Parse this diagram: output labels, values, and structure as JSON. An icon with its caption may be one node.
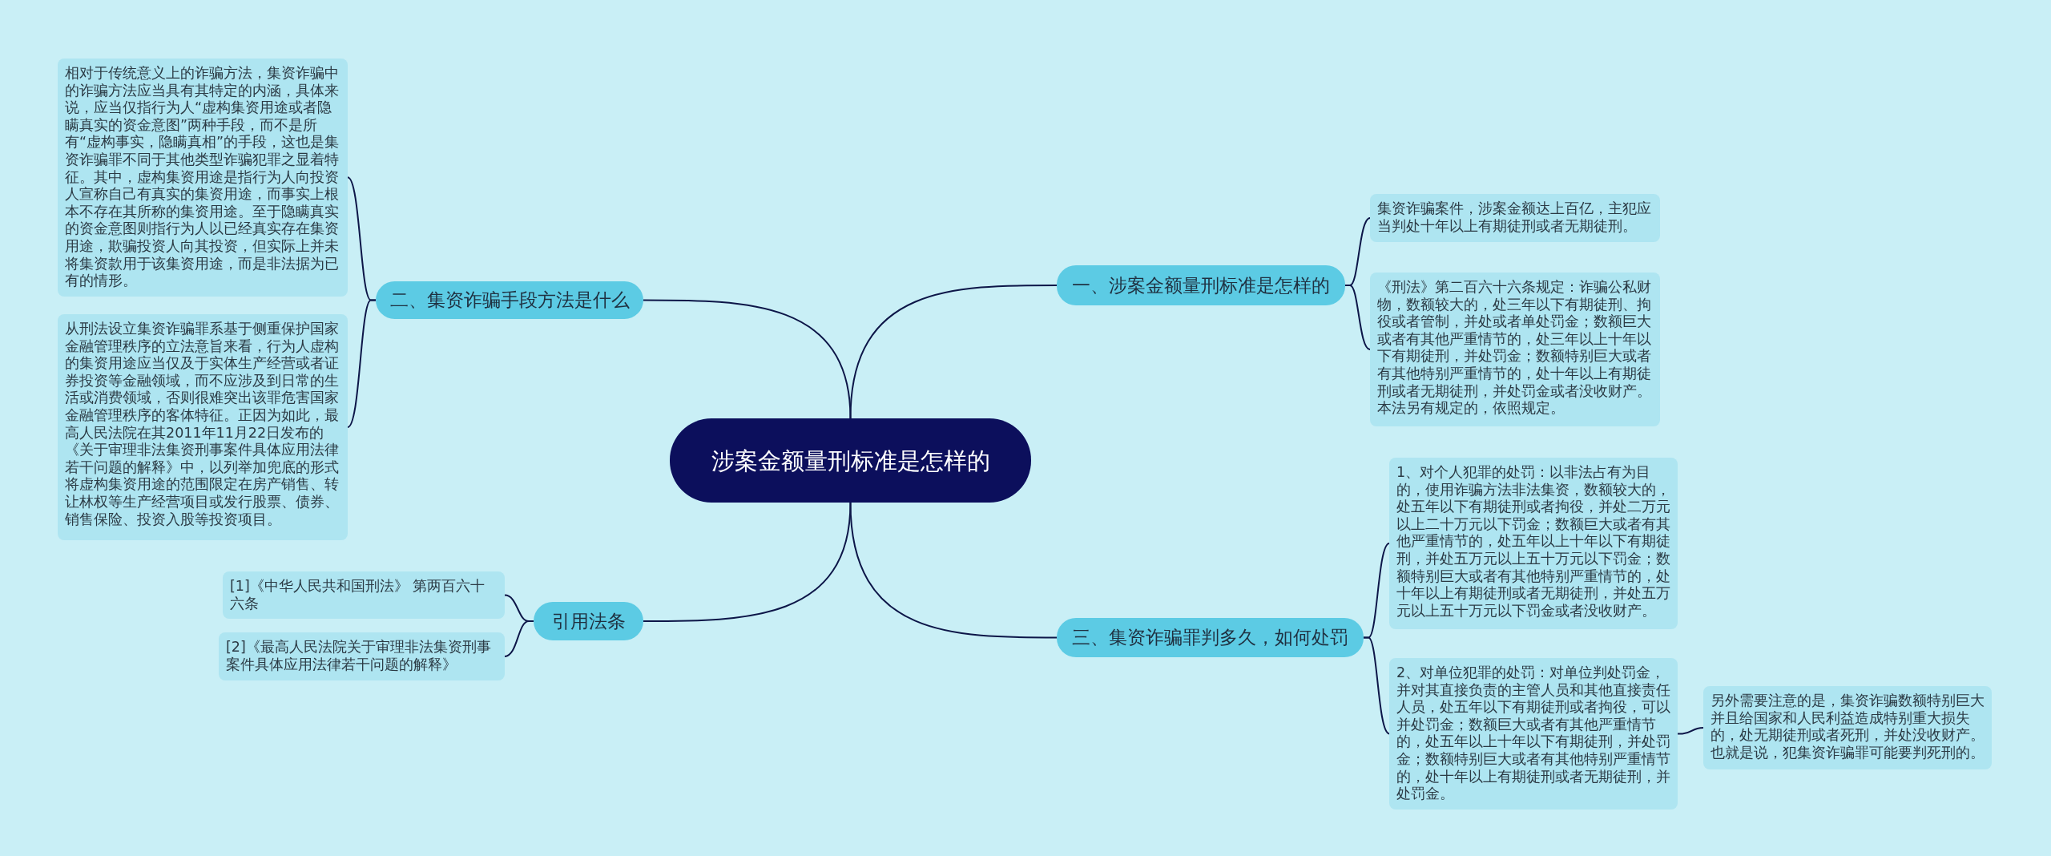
{
  "diagram": {
    "nodes": [
      {
        "text": [
          "涉案金额量刑标准是怎样的"
        ]
      },
      {
        "text": [
          "一、涉案金额量刑标准是怎样的"
        ]
      },
      {
        "text": [
          "集资诈骗案件，涉案金额达上百亿，主犯应当判处十年以上有期徒刑或者无期徒刑。"
        ]
      },
      {
        "text": [
          "《刑法》第二百六十六条规定：诈骗公私财物，数额较大的，处三年以下有期徒刑、拘役或者管制，并处或者单处罚金；数额巨大或者有其他严重情节的，处三年以上十年以下有期徒刑，并处罚金；数额特别巨大或者有其他特别严重情节的，处十年以上有期徒刑或者无期徒刑，并处罚金或者没收财产。本法另有规定的，依照规定。"
        ]
      },
      {
        "text": [
          "二、集资诈骗手段方法是什么"
        ]
      },
      {
        "text": [
          "相对于传统意义上的诈骗方法，集资诈骗中的诈骗方法应当具有其特定的内涵，具体来说，应当仅指行为人“虚构集资用途或者隐瞒真实的资金意图”两种手段，而不是所有“虚构事实，隐瞒真相”的手段，这也是集资诈骗罪不同于其他类型诈骗犯罪之显着特征。其中，虚构集资用途是指行为人向投资人宣称自己有真实的集资用途，而事实上根本不存在其所称的集资用途。至于隐瞒真实的资金意图则指行为人以已经真实存在集资用途，欺骗投资人向其投资，但实际上并未将集资款用于该集资用途，而是非法据为已有的情形。"
        ]
      },
      {
        "text": [
          "从刑法设立集资诈骗罪系基于侧重保护国家金融管理秩序的立法意旨来看，行为人虚构的集资用途应当仅及于实体生产经营或者证券投资等金融领域，而不应涉及到日常的生活或消费领域，否则很难突出该罪危害国家金融管理秩序的客体特征。正因为如此，最高人民法院在其2011年11月22日发布的《关于审理非法集资刑事案件具体应用法律若干问题的解释》中，以列举加兜底的形式将虚构集资用途的范围限定在房产销售、转让林权等生产经营项目或发行股票、债券、销售保险、投资入股等投资项目。"
        ]
      },
      {
        "text": [
          "三、集资诈骗罪判多久，如何处罚"
        ]
      },
      {
        "text": [
          "1、对个人犯罪的处罚：以非法占有为目的，使用诈骗方法非法集资，数额较大的，处五年以下有期徒刑或者拘役，并处二万元以上二十万元以下罚金；数额巨大或者有其他严重情节的，处五年以上十年以下有期徒刑，并处五万元以上五十万元以下罚金；数额特别巨大或者有其他特别严重情节的，处十年以上有期徒刑或者无期徒刑，并处五万元以上五十万元以下罚金或者没收财产。"
        ]
      },
      {
        "text": [
          "2、对单位犯罪的处罚：对单位判处罚金，并对其直接负责的主管人员和其他直接责任人员，处五年以下有期徒刑或者拘役，可以并处罚金；数额巨大或者有其他严重情节的，处五年以上十年以下有期徒刑，并处罚金；数额特别巨大或者有其他特别严重情节的，处十年以上有期徒刑或者无期徒刑，并处罚金。"
        ]
      },
      {
        "text": [
          "另外需要注意的是，集资诈骗数额特别巨大并且给国家和人民利益造成特别重大损失的，处无期徒刑或者死刑，并处没收财产。也就是说，犯集资诈骗罪可能要判死刑的。"
        ]
      },
      {
        "text": [
          "引用法条"
        ]
      },
      {
        "text": [
          "[1]《中华人民共和国刑法》 第两百六十六条"
        ]
      },
      {
        "text": [
          "[2]《最高人民法院关于审理非法集资刑事案件具体应用法律若干问题的解释》"
        ]
      }
    ],
    "edges": [
      {
        "from": 0,
        "to": 1,
        "arrow": "none"
      },
      {
        "from": 1,
        "to": 2,
        "arrow": "none"
      },
      {
        "from": 1,
        "to": 3,
        "arrow": "none"
      },
      {
        "from": 0,
        "to": 4,
        "arrow": "none"
      },
      {
        "from": 4,
        "to": 5,
        "arrow": "none"
      },
      {
        "from": 4,
        "to": 6,
        "arrow": "none"
      },
      {
        "from": 0,
        "to": 7,
        "arrow": "none"
      },
      {
        "from": 7,
        "to": 8,
        "arrow": "none"
      },
      {
        "from": 7,
        "to": 9,
        "arrow": "none"
      },
      {
        "from": 9,
        "to": 10,
        "arrow": "none"
      },
      {
        "from": 0,
        "to": 11,
        "arrow": "none"
      },
      {
        "from": 11,
        "to": 12,
        "arrow": "none"
      },
      {
        "from": 11,
        "to": 13,
        "arrow": "none"
      }
    ]
  }
}
